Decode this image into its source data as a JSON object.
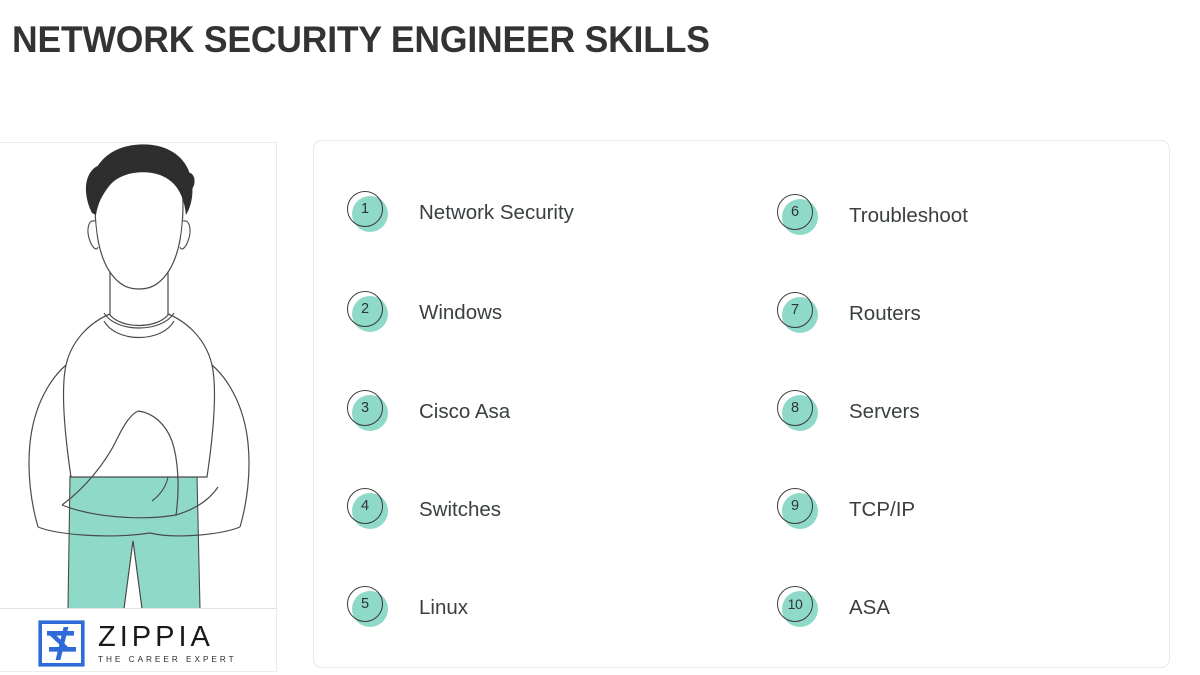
{
  "header": {
    "title": "NETWORK SECURITY ENGINEER SKILLS"
  },
  "illustration": {
    "alt_name": "network-security-engineer-person",
    "hair_color": "#2e2e2e",
    "pants_color": "#8fd9c9",
    "line_color": "#4a4a4a",
    "shirt_color": "#ffffff"
  },
  "branding": {
    "logo_word": "ZIPPIA",
    "tagline": "THE CAREER EXPERT",
    "logo_color": "#2f6bd8",
    "logo_mark_name": "zippia-z-logo"
  },
  "colors": {
    "badge_fill": "#8fd9c9",
    "badge_ring": "#3b3b3b",
    "title": "#333333",
    "label": "#3a3f42",
    "panel_border": "#e9e9e9"
  },
  "skills": {
    "columns": [
      {
        "name": "left-column",
        "items": [
          {
            "rank": "1",
            "label": "Network Security"
          },
          {
            "rank": "2",
            "label": "Windows"
          },
          {
            "rank": "3",
            "label": "Cisco Asa"
          },
          {
            "rank": "4",
            "label": "Switches"
          },
          {
            "rank": "5",
            "label": "Linux"
          }
        ]
      },
      {
        "name": "right-column",
        "items": [
          {
            "rank": "6",
            "label": "Troubleshoot"
          },
          {
            "rank": "7",
            "label": "Routers"
          },
          {
            "rank": "8",
            "label": "Servers"
          },
          {
            "rank": "9",
            "label": "TCP/IP"
          },
          {
            "rank": "10",
            "label": "ASA"
          }
        ]
      }
    ]
  }
}
